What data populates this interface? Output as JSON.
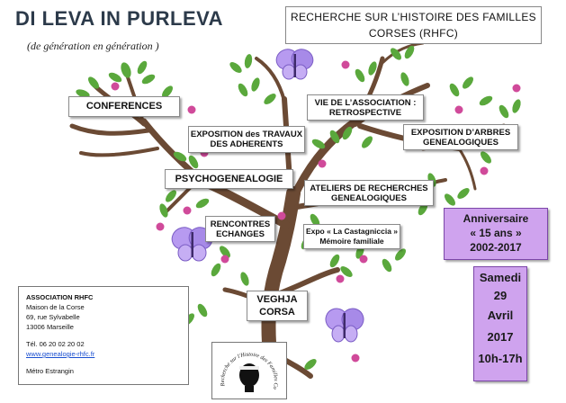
{
  "header": {
    "title": "DI LEVA IN PURLEVA",
    "subtitle": "(de génération en génération )"
  },
  "rhfc_box": {
    "line1": "RECHERCHE SUR L’HISTOIRE DES FAMILLES",
    "line2": "CORSES (RHFC)"
  },
  "tree_labels": {
    "conferences": "CONFERENCES",
    "vie_line1": "VIE DE L’ASSOCIATION :",
    "vie_line2": "RETROSPECTIVE",
    "expo_travaux_line1": "EXPOSITION des TRAVAUX",
    "expo_travaux_line2": "DES ADHERENTS",
    "expo_arbres_line1": "EXPOSITION D’ARBRES",
    "expo_arbres_line2": "GENEALOGIQUES",
    "psycho": "PSYCHOGENEALOGIE",
    "ateliers_line1": "ATELIERS DE RECHERCHES",
    "ateliers_line2": "GENEALOGIQUES",
    "rencontres_line1": "RENCONTRES",
    "rencontres_line2": "ECHANGES",
    "expo_casta_line1": "Expo « La Castagniccia »",
    "expo_casta_line2": "Mémoire familiale",
    "veghja_line1": "VEGHJA",
    "veghja_line2": "CORSA"
  },
  "anniversary": {
    "line1": "Anniversaire",
    "line2": "« 15 ans »",
    "line3": "2002-2017"
  },
  "event_date": {
    "weekday": "Samedi",
    "day": "29",
    "month": "Avril",
    "year": "2017",
    "hours": "10h-17h"
  },
  "association": {
    "name": "ASSOCIATION RHFC",
    "line2": "Maison de la Corse",
    "line3": "69, rue Sylvabelle",
    "line4": "13006 Marseille",
    "phone": "Tél. 06 20 02 20 02",
    "website": "www.genealogie-rhfc.fr",
    "metro": "Métro Estrangin"
  },
  "logo": {
    "arc_text": "Recherche sur l'Histoire des Familles Corses"
  },
  "colors": {
    "branch": "#6b4a34",
    "leaf": "#5aa83c",
    "flower": "#d04a9a",
    "butterfly": "#9b7be0",
    "purple_box": "#cfa3ee"
  }
}
